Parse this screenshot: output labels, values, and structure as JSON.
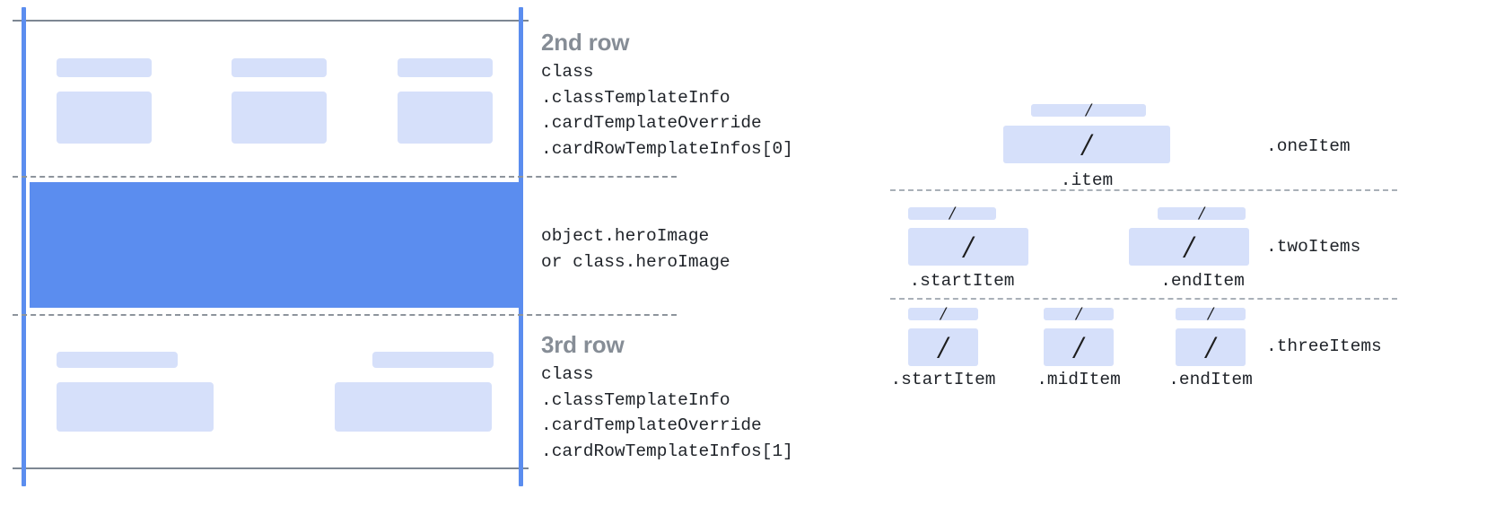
{
  "diagram": {
    "title_row2": "2nd row",
    "title_row3": "3rd row",
    "row2_code": "class\n.classTemplateInfo\n.cardTemplateOverride\n.cardRowTemplateInfos[0]",
    "hero_code": "object.heroImage\nor class.heroImage",
    "row3_code": "class\n.classTemplateInfo\n.cardTemplateOverride\n.cardRowTemplateInfos[1]",
    "colors": {
      "rail": "#5b8def",
      "hero": "#5b8def",
      "placeholder": "#d6e0fa",
      "rule": "#7d8793",
      "dash": "#8d949c",
      "heading": "#868d96",
      "code": "#20242a"
    },
    "slash_glyph": "/"
  },
  "item_layouts": [
    {
      "name": ".oneItem",
      "cells": [
        {
          "label": ".item",
          "slash_top": "/",
          "slash_bottom": "/"
        }
      ]
    },
    {
      "name": ".twoItems",
      "cells": [
        {
          "label": ".startItem",
          "slash_top": "/",
          "slash_bottom": "/"
        },
        {
          "label": ".endItem",
          "slash_top": "/",
          "slash_bottom": "/"
        }
      ]
    },
    {
      "name": ".threeItems",
      "cells": [
        {
          "label": ".startItem",
          "slash_top": "/",
          "slash_bottom": "/"
        },
        {
          "label": ".midItem",
          "slash_top": "/",
          "slash_bottom": "/"
        },
        {
          "label": ".endItem",
          "slash_top": "/",
          "slash_bottom": "/"
        }
      ]
    }
  ]
}
